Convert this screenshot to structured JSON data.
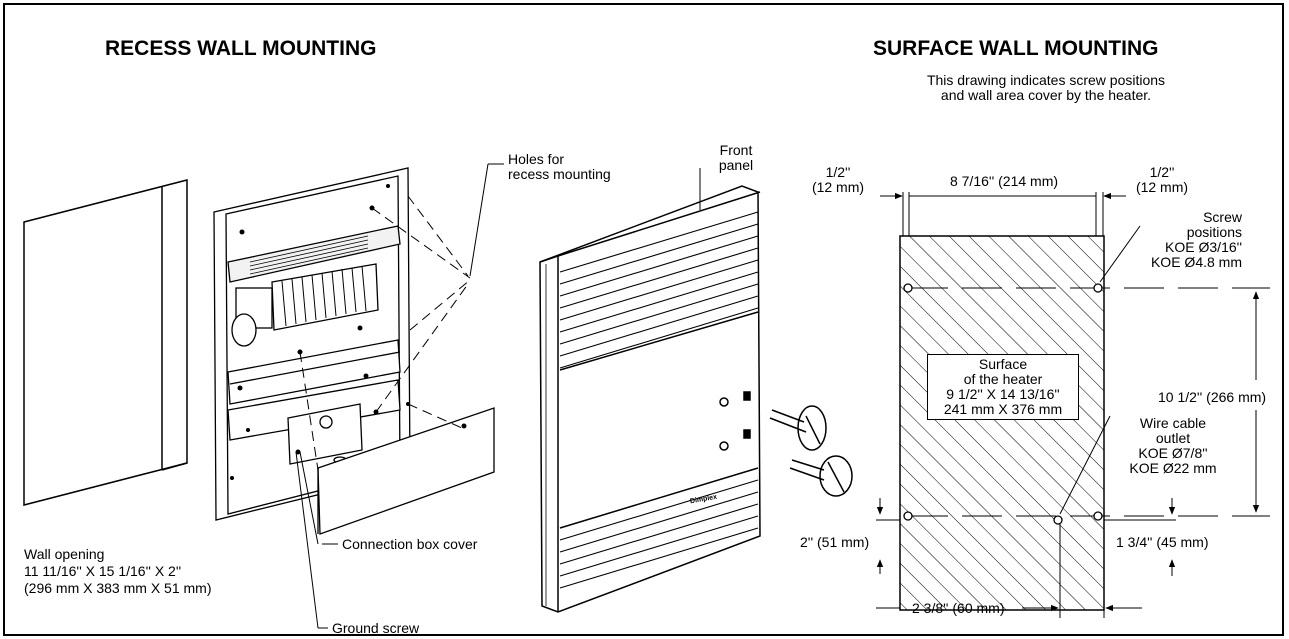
{
  "titles": {
    "recess": "RECESS WALL MOUNTING",
    "surface": "SURFACE WALL MOUNTING"
  },
  "recess": {
    "holes_label": [
      "Holes for",
      "recess mounting"
    ],
    "front_panel": [
      "Front",
      "panel"
    ],
    "wall_opening": [
      "Wall opening",
      "11 11/16'' X 15 1/16'' X 2''",
      "(296 mm X 383 mm X 51 mm)"
    ],
    "connection_box_cover": "Connection box cover",
    "ground_screw": "Ground screw",
    "brand": "Dimplex"
  },
  "surface": {
    "note": [
      "This drawing indicates screw positions",
      "and wall area cover by the heater."
    ],
    "left_margin": [
      "1/2''",
      "(12 mm)"
    ],
    "right_margin": [
      "1/2''",
      "(12 mm)"
    ],
    "width_span": "8 7/16'' (214 mm)",
    "screw_positions": [
      "Screw",
      "positions",
      "KOE Ø3/16''",
      "KOE Ø4.8 mm"
    ],
    "surface_box": [
      "Surface",
      "of the heater",
      "9 1/2'' X 14 13/16''",
      "241 mm X 376 mm"
    ],
    "height_span": "10 1/2'' (266 mm)",
    "wire_outlet": [
      "Wire cable",
      "outlet",
      "KOE Ø7/8''",
      "KOE Ø22 mm"
    ],
    "bottom_left": "2'' (51 mm)",
    "bottom_right": "1 3/4'' (45 mm)",
    "outlet_offset": "2 3/8'' (60 mm)"
  }
}
